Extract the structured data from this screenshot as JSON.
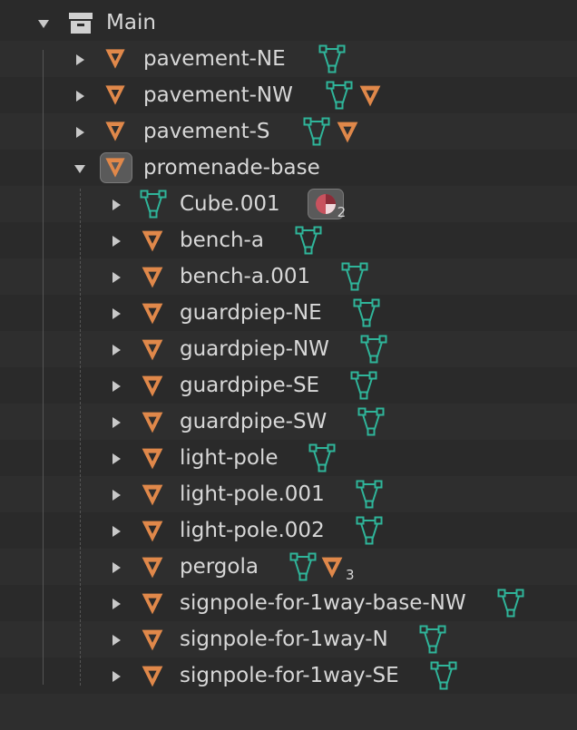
{
  "outliner": {
    "collection": {
      "label": "Main",
      "icon": "collection-box-icon",
      "expanded": true
    },
    "objects": [
      {
        "label": "pavement-NE",
        "expanded": false,
        "children_icons": [
          "mesh-data-icon"
        ]
      },
      {
        "label": "pavement-NW",
        "expanded": false,
        "children_icons": [
          "mesh-data-icon",
          "modifier-object-icon"
        ]
      },
      {
        "label": "pavement-S",
        "expanded": false,
        "children_icons": [
          "mesh-data-icon",
          "modifier-object-icon"
        ]
      },
      {
        "label": "promenade-base",
        "expanded": true,
        "selected_icon": true,
        "children": [
          {
            "label": "Cube.001",
            "object_type": "mesh",
            "children_icons": [
              "material-icon"
            ],
            "material_count": "2"
          },
          {
            "label": "bench-a",
            "children_icons": [
              "mesh-data-icon"
            ]
          },
          {
            "label": "bench-a.001",
            "children_icons": [
              "mesh-data-icon"
            ]
          },
          {
            "label": "guardpiep-NE",
            "children_icons": [
              "mesh-data-icon"
            ]
          },
          {
            "label": "guardpiep-NW",
            "children_icons": [
              "mesh-data-icon"
            ]
          },
          {
            "label": "guardpipe-SE",
            "children_icons": [
              "mesh-data-icon"
            ]
          },
          {
            "label": "guardpipe-SW",
            "children_icons": [
              "mesh-data-icon"
            ]
          },
          {
            "label": "light-pole",
            "children_icons": [
              "mesh-data-icon"
            ]
          },
          {
            "label": "light-pole.001",
            "children_icons": [
              "mesh-data-icon"
            ]
          },
          {
            "label": "light-pole.002",
            "children_icons": [
              "mesh-data-icon"
            ]
          },
          {
            "label": "pergola",
            "children_icons": [
              "mesh-data-icon",
              "modifier-object-icon"
            ],
            "object_count": "3"
          },
          {
            "label": "signpole-for-1way-base-NW",
            "children_icons": [
              "mesh-data-icon"
            ]
          },
          {
            "label": "signpole-for-1way-N",
            "children_icons": [
              "mesh-data-icon"
            ]
          },
          {
            "label": "signpole-for-1way-SE",
            "children_icons": [
              "mesh-data-icon"
            ]
          }
        ]
      }
    ]
  },
  "colors": {
    "background": "#2a2a2a",
    "row_alt": "#2e2e2e",
    "object_icon": "#e0884a",
    "mesh_icon": "#2fb59a",
    "material_icon": "#c8525e",
    "text": "#d8d8d8"
  }
}
